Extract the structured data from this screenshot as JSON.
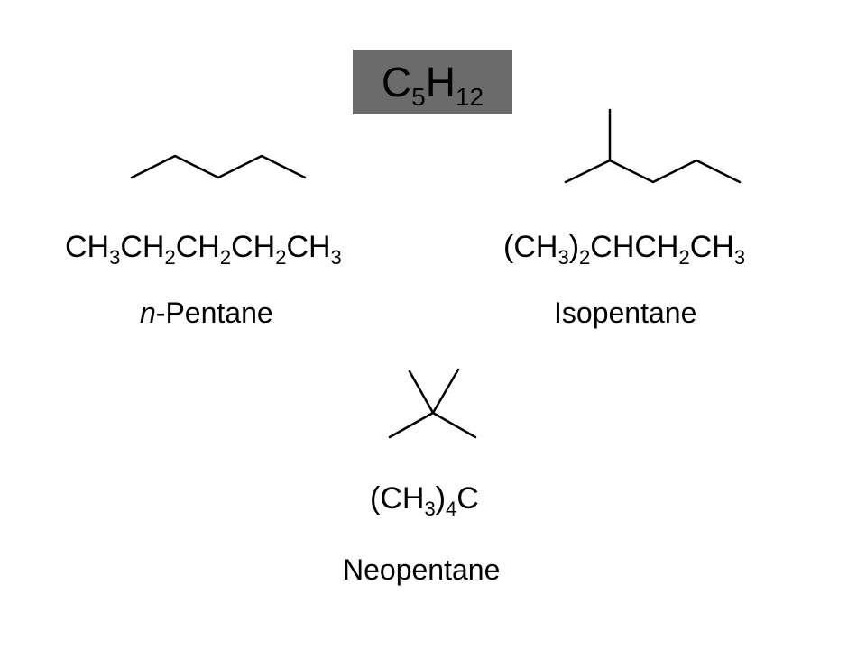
{
  "header": {
    "formula_parts": [
      "C",
      "5",
      "H",
      "12"
    ]
  },
  "molecules": [
    {
      "key": "n-pentane",
      "condensed_parts": [
        "CH",
        "3",
        "CH",
        "2",
        "CH",
        "2",
        "CH",
        "2",
        "CH",
        "3"
      ],
      "name_prefix": "n",
      "name_rest": "-Pentane"
    },
    {
      "key": "isopentane",
      "condensed_parts": [
        "(CH",
        "3",
        ")",
        "2",
        "CHCH",
        "2",
        "CH",
        "3"
      ],
      "name": "Isopentane"
    },
    {
      "key": "neopentane",
      "condensed_parts": [
        "(CH",
        "3",
        ")",
        "4",
        "C"
      ],
      "name": "Neopentane"
    }
  ],
  "colors": {
    "title_box": "#6b6b6b",
    "text": "#000000",
    "bond": "#000000"
  }
}
